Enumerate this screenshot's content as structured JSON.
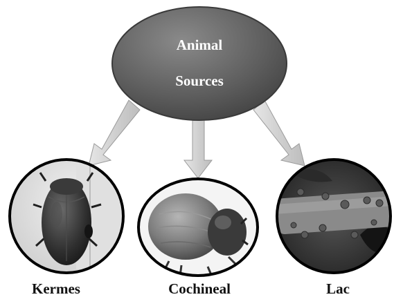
{
  "hub": {
    "line1": "Animal",
    "line2": "Sources"
  },
  "sources": [
    {
      "label": "Kermes",
      "photo": "kermes-insect-photo"
    },
    {
      "label": "Cochineal",
      "photo": "cochineal-insect-photo"
    },
    {
      "label": "Lac",
      "photo": "lac-insect-photo"
    }
  ]
}
